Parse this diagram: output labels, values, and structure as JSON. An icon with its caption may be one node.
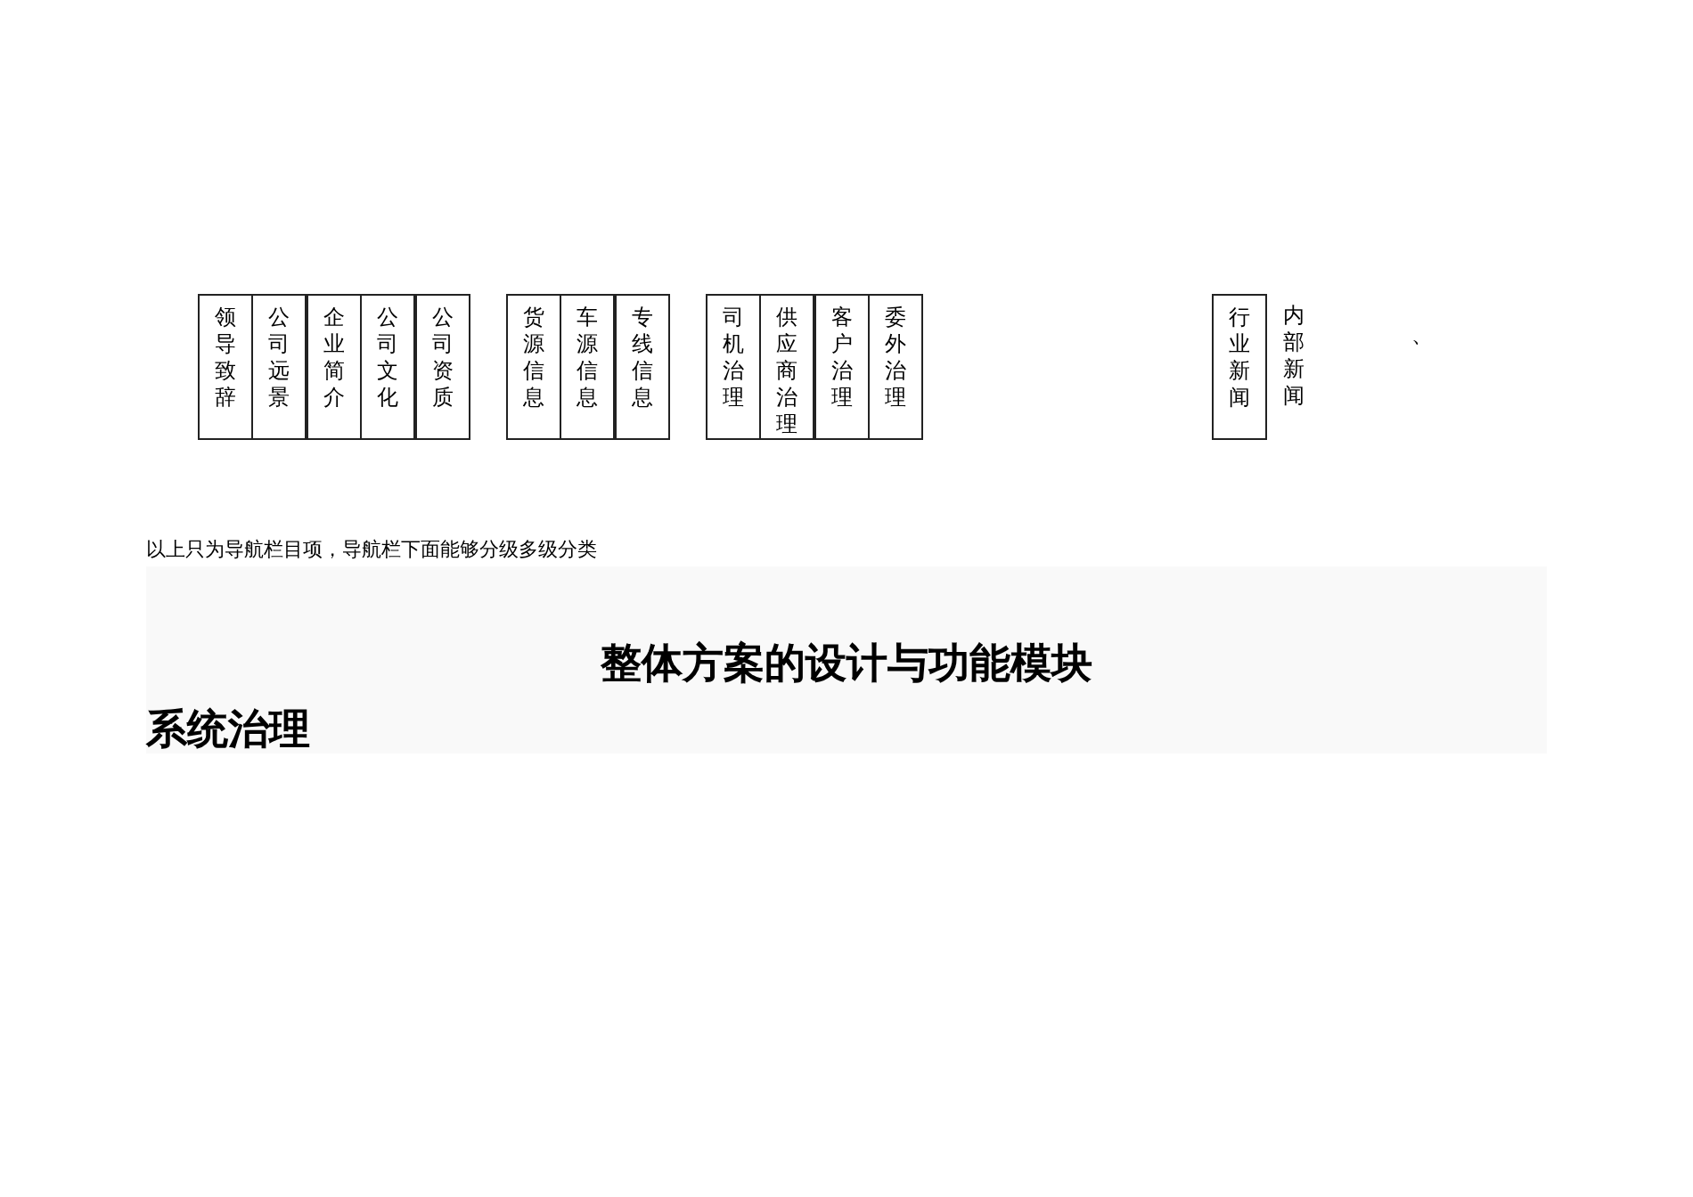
{
  "diagram": {
    "nodes": [
      {
        "text": [
          "领导致辞"
        ]
      },
      {
        "text": [
          "公司远景"
        ]
      },
      {
        "text": [
          "企业简介"
        ]
      },
      {
        "text": [
          "公司文化"
        ]
      },
      {
        "text": [
          "公司资质"
        ]
      },
      {
        "text": [
          "货源信息"
        ]
      },
      {
        "text": [
          "车源信息"
        ]
      },
      {
        "text": [
          "专线信息"
        ]
      },
      {
        "text": [
          "司机治理"
        ]
      },
      {
        "text": [
          "供应商治理"
        ]
      },
      {
        "text": [
          "客户治理"
        ]
      },
      {
        "text": [
          "委外治理"
        ]
      },
      {
        "text": [
          "行业新闻"
        ]
      }
    ],
    "labels": [
      "内部新闻",
      "、",
      "以上只为导航栏目项，导航栏下面能够分级多级分类",
      "整体方案的设计与功能模块",
      "系统治理"
    ]
  }
}
